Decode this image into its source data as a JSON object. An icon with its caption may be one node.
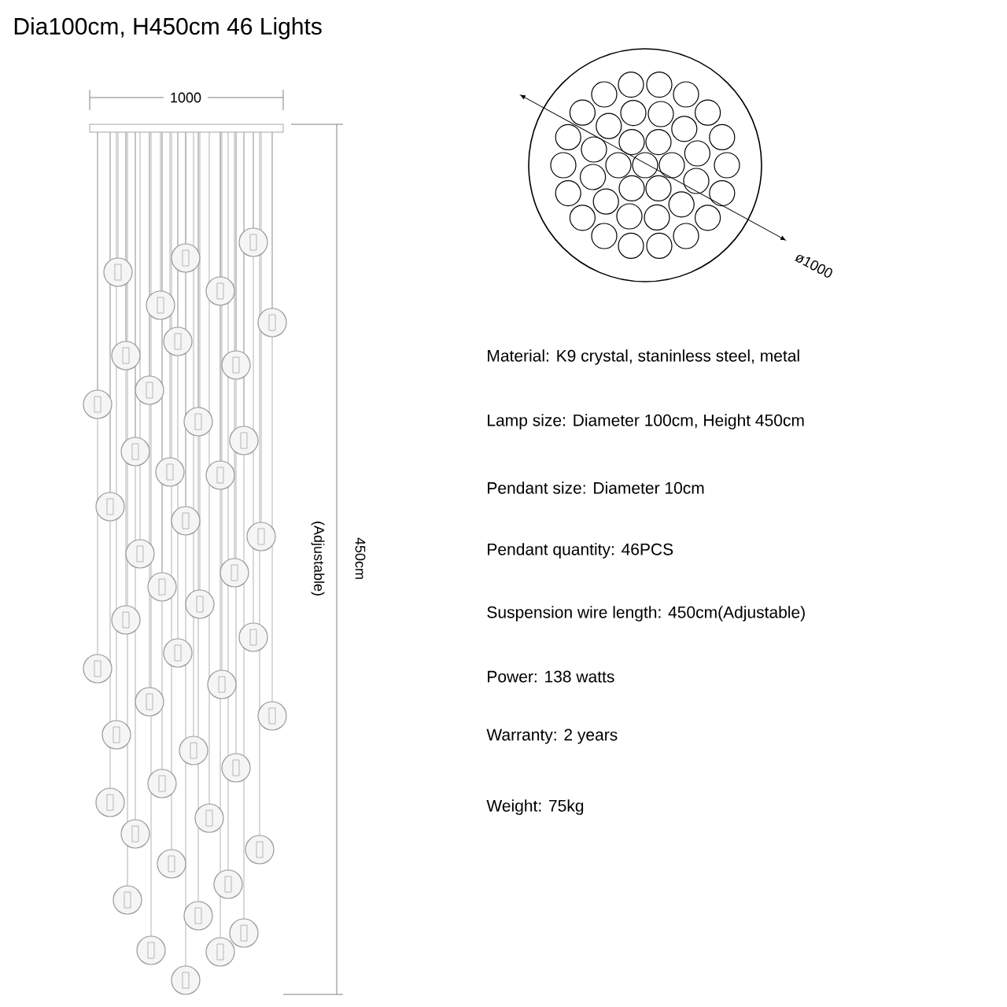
{
  "diagram": {
    "title": "Dia100cm, H450cm  46 Lights",
    "labels": [
      "1000",
      "ø1000",
      "Material: K9 crystal, staninless steel, metal",
      "Lamp size: Diameter 100cm, Height 450cm",
      "Pendant size: Diameter 10cm",
      "(Adjustable)",
      "450cm",
      "Pendant quantity: 46PCS",
      "Suspension wire length: 450cm(Adjustable)",
      "Power: 138 watts",
      "Warranty: 2 years",
      "Weight:  75kg"
    ]
  }
}
